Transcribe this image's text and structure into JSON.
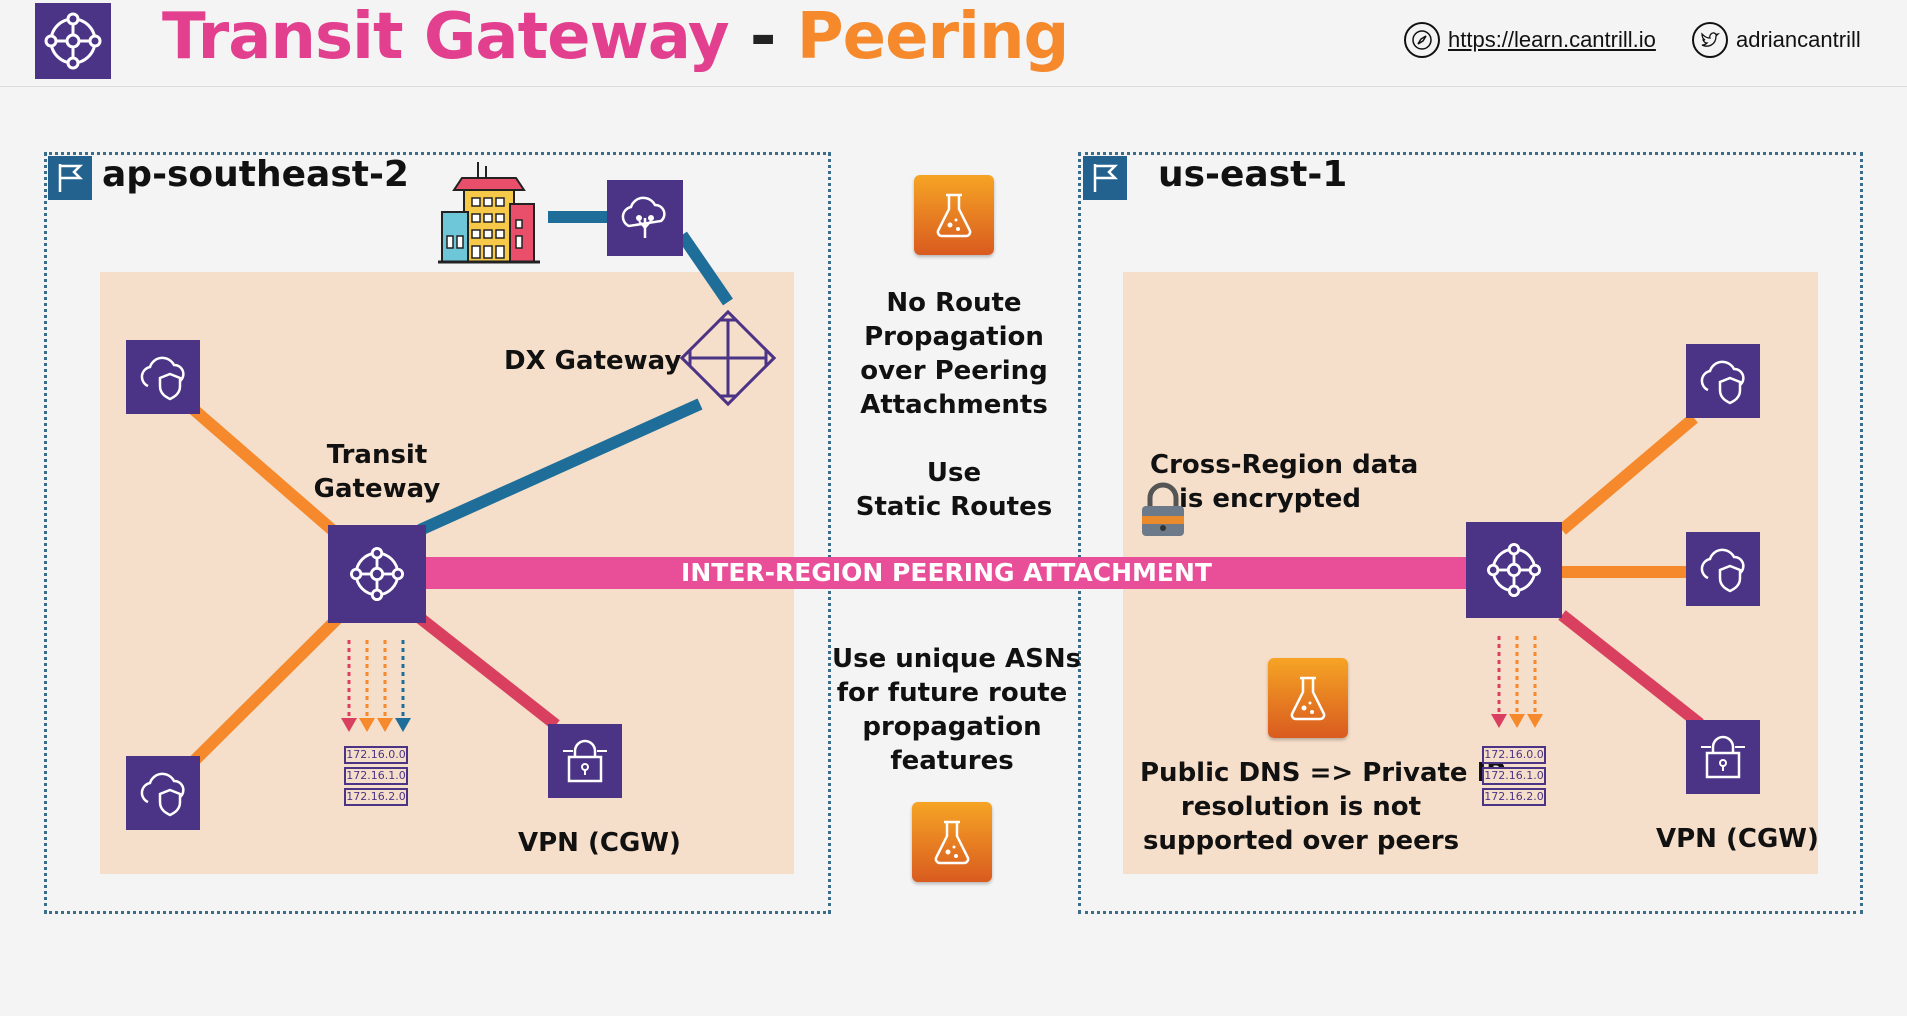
{
  "header": {
    "title_part1": "Transit Gateway",
    "title_sep": "-",
    "title_part2": "Peering",
    "site_link": "https://learn.cantrill.io",
    "twitter": "adriancantrill",
    "icons": [
      "transit-gateway-icon",
      "compass-icon",
      "twitter-icon"
    ]
  },
  "colors": {
    "title_pink": "#e2408f",
    "title_orange": "#f5892c",
    "purple": "#4b3386",
    "orange_line": "#f5892c",
    "blue_line": "#1f6e9a",
    "red_line": "#d9405f",
    "peering_pink": "#e94f99",
    "region_fill": "#f6dfca"
  },
  "left_region": {
    "label": "ap-southeast-2",
    "dx_gateway_label": "DX Gateway",
    "tgw_label_line1": "Transit",
    "tgw_label_line2": "Gateway",
    "vpn_label": "VPN (CGW)",
    "route_table": [
      "172.16.0.0",
      "172.16.1.0",
      "172.16.2.0"
    ]
  },
  "right_region": {
    "label": "us-east-1",
    "encrypted_line1": "Cross-Region data",
    "encrypted_line2": "is encrypted",
    "dns_line1": "Public DNS => Private IP",
    "dns_line2": "resolution is not",
    "dns_line3": "supported over peers",
    "vpn_label": "VPN (CGW)",
    "route_table": [
      "172.16.0.0",
      "172.16.1.0",
      "172.16.2.0"
    ]
  },
  "middle": {
    "no_route_lines": [
      "No Route",
      "Propagation",
      "over Peering",
      "Attachments"
    ],
    "static_lines": [
      "Use",
      "Static Routes"
    ],
    "asn_lines": [
      "Use unique ASNs",
      "for future route",
      "propagation",
      "features"
    ]
  },
  "peering_label": "INTER-REGION PEERING ATTACHMENT"
}
